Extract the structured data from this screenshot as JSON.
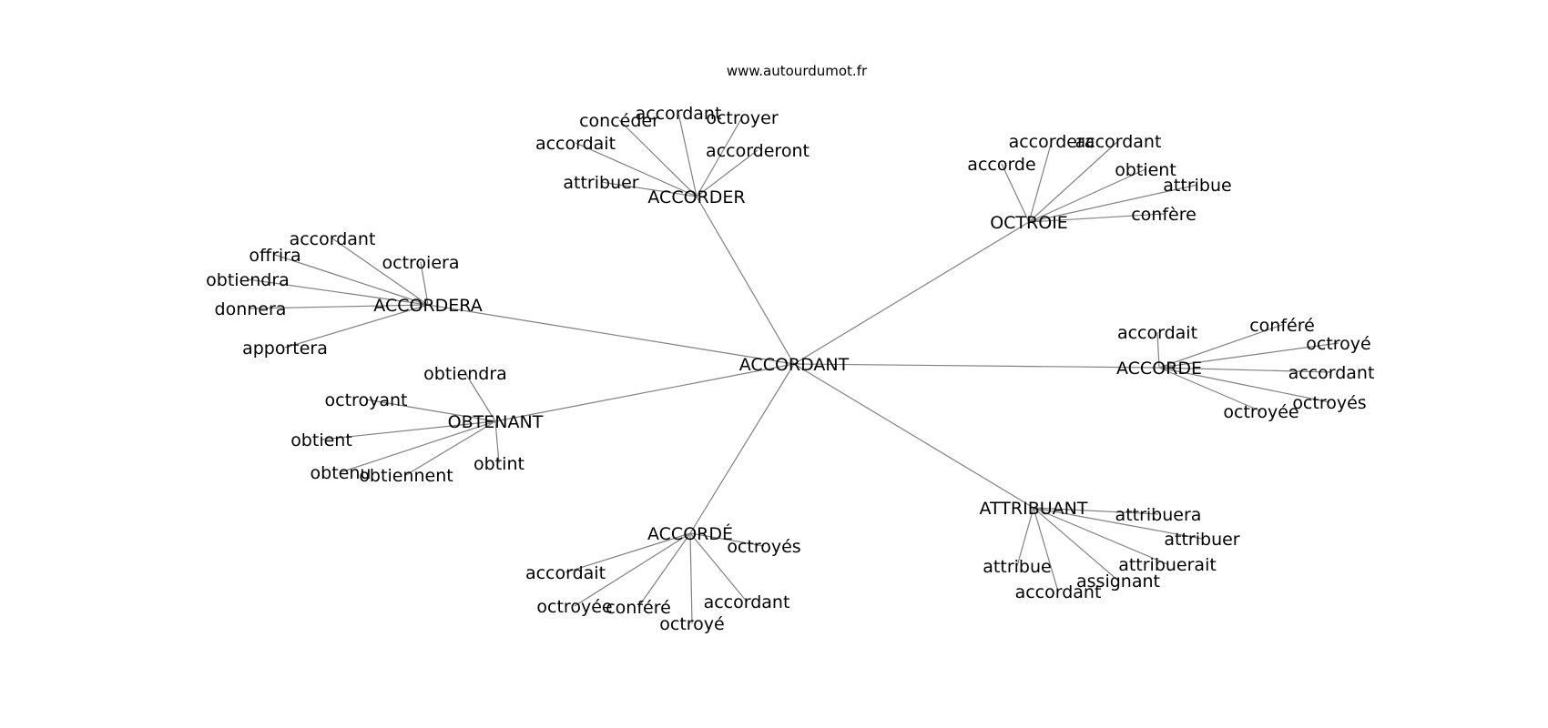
{
  "source": "www.autourdumot.fr",
  "graph": {
    "center": {
      "id": "c",
      "label": "ACCORDANT"
    },
    "hubs": [
      {
        "id": "h_accorder",
        "label": "ACCORDER",
        "leaves": [
          "attribuer",
          "accordait",
          "concéder",
          "accordant",
          "octroyer",
          "accorderont"
        ]
      },
      {
        "id": "h_octroie",
        "label": "OCTROIE",
        "leaves": [
          "accorde",
          "accordera",
          "accordant",
          "obtient",
          "attribue",
          "confère"
        ]
      },
      {
        "id": "h_accordera",
        "label": "ACCORDERA",
        "leaves": [
          "accordant",
          "offrira",
          "octroiera",
          "obtiendra",
          "donnera",
          "apportera"
        ]
      },
      {
        "id": "h_accorde",
        "label": "ACCORDE",
        "leaves": [
          "accordait",
          "conféré",
          "octroyé",
          "accordant",
          "octroyés",
          "octroyée"
        ]
      },
      {
        "id": "h_obtenant",
        "label": "OBTENANT",
        "leaves": [
          "obtiendra",
          "octroyant",
          "obtient",
          "obtenu",
          "obtiennent",
          "obtint"
        ]
      },
      {
        "id": "h_attribuant",
        "label": "ATTRIBUANT",
        "leaves": [
          "attribuera",
          "attribuer",
          "attribuerait",
          "assignant",
          "accordant",
          "attribue"
        ]
      },
      {
        "id": "h_accorde_acc",
        "label": "ACCORDÉ",
        "leaves": [
          "octroyés",
          "accordait",
          "octroyée",
          "conféré",
          "octroyé",
          "accordant"
        ]
      }
    ]
  }
}
